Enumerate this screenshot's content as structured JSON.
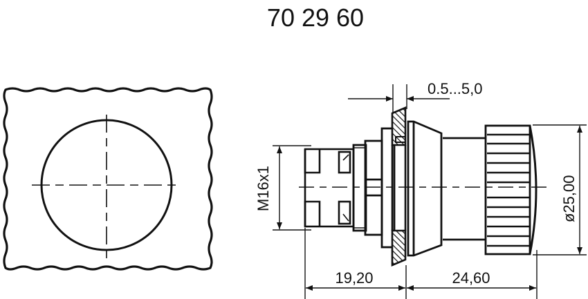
{
  "title": "70 29 60",
  "colors": {
    "ink": "#111111",
    "background": "#ffffff"
  },
  "front_view": {
    "description": "panel cut-out front view with circular hole and centerlines"
  },
  "side_view": {
    "dimensions": {
      "panel_thickness": "0.5...5,0",
      "thread": "M16x1",
      "diameter": "ø25,00",
      "rear_length": "19,20",
      "front_length": "24,60"
    }
  }
}
